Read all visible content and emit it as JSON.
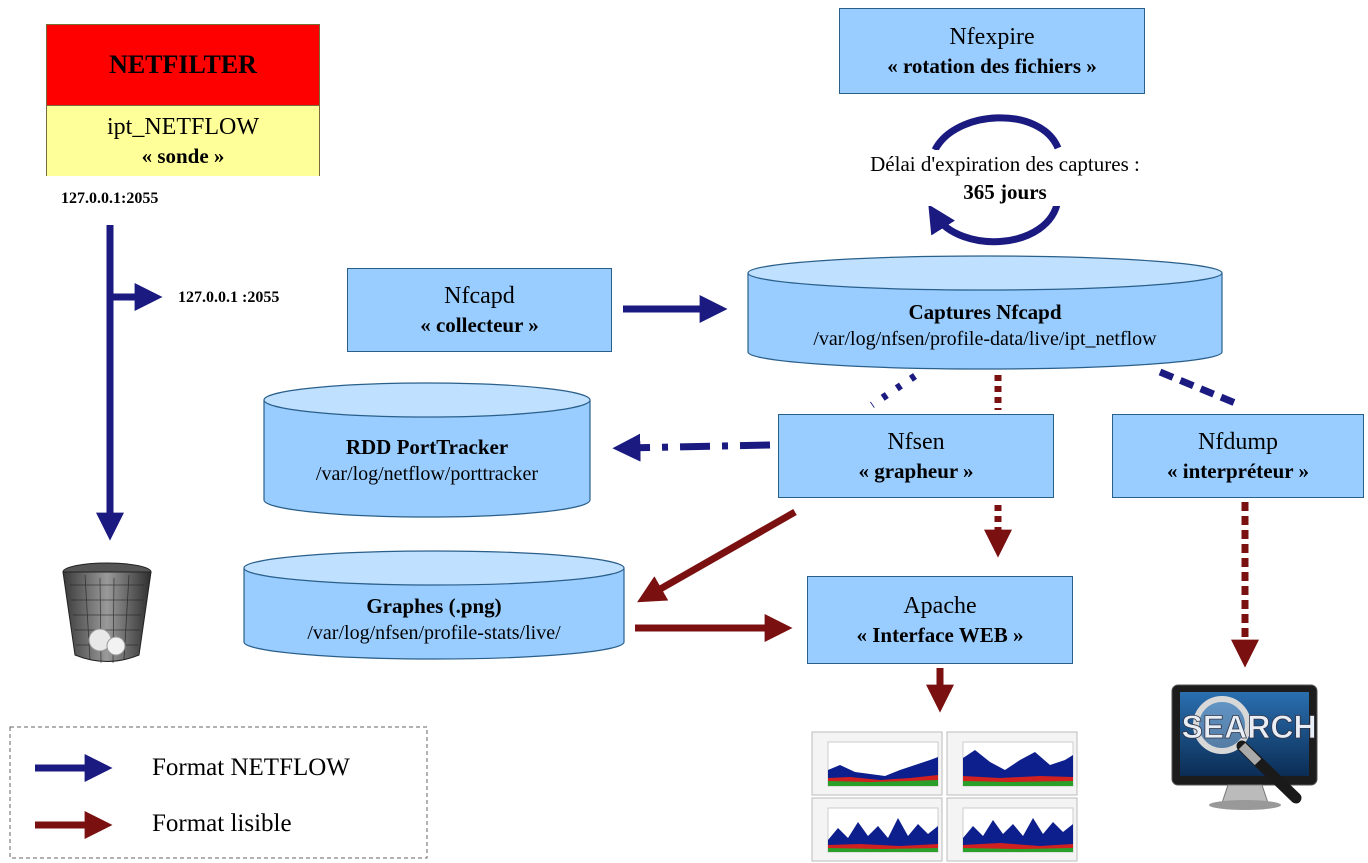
{
  "colors": {
    "netflow": "#1a1a80",
    "lisible": "#7a1010",
    "box": "#99ccff",
    "netfilter": "#ff0000",
    "probe": "#ffff99"
  },
  "netfilter": {
    "title": "NETFILTER",
    "module": "ipt_NETFLOW",
    "role": "« sonde »"
  },
  "probe_address": "127.0.0.1:2055",
  "collector_address": "127.0.0.1 :2055",
  "nfcapd": {
    "name": "Nfcapd",
    "role": "« collecteur »"
  },
  "captures": {
    "title": "Captures Nfcapd",
    "path": "/var/log/nfsen/profile-data/live/ipt_netflow"
  },
  "nfexpire": {
    "name": "Nfexpire",
    "role": "« rotation des fichiers »"
  },
  "expiration": {
    "label": "Délai d'expiration des captures :",
    "value": "365 jours"
  },
  "porttracker": {
    "title": "RDD PortTracker",
    "path": "/var/log/netflow/porttracker"
  },
  "nfsen": {
    "name": "Nfsen",
    "role": "« grapheur »"
  },
  "nfdump": {
    "name": "Nfdump",
    "role": "« interpréteur »"
  },
  "graphes": {
    "title": "Graphes (.png)",
    "path": "/var/log/nfsen/profile-stats/live/"
  },
  "apache": {
    "name": "Apache",
    "role": "« Interface WEB »"
  },
  "icons": {
    "trash": "trash-icon",
    "search": "search-monitor-icon",
    "graphs": "traffic-graphs-icon"
  },
  "legend": [
    {
      "label": "Format NETFLOW",
      "color": "#1a1a80"
    },
    {
      "label": "Format lisible",
      "color": "#7a1010"
    }
  ],
  "search_word": "SEARCH"
}
